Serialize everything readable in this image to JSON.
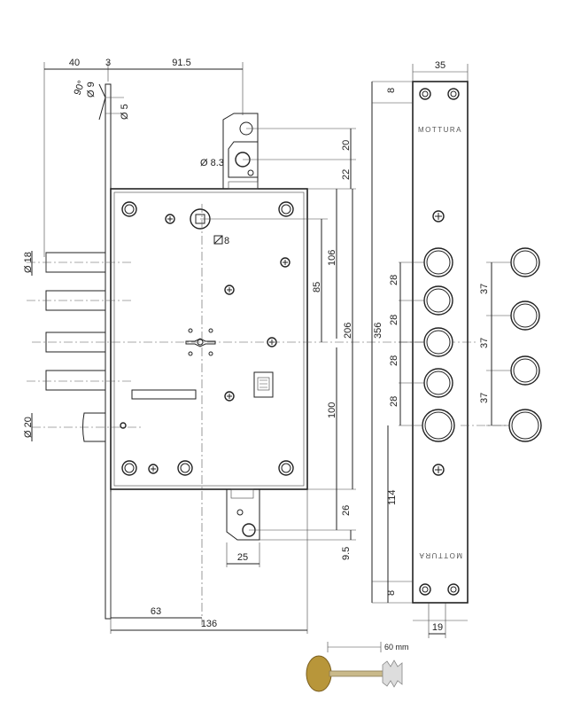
{
  "side_view": {
    "dim_40": "40",
    "dim_3": "3",
    "dim_91_5": "91.5",
    "angle_90": "90°",
    "dia_9": "Ø 9",
    "dia_5": "Ø 5",
    "dia_8_3": "Ø 8.3",
    "dia_18": "Ø 18",
    "dia_20": "Ø 20",
    "square_8": "8",
    "dim_20": "20",
    "dim_22": "22",
    "dim_106": "106",
    "dim_85": "85",
    "dim_206": "206",
    "dim_356": "356",
    "dim_100": "100",
    "dim_26": "26",
    "dim_9_5": "9.5",
    "dim_25": "25",
    "dim_63": "63",
    "dim_136": "136"
  },
  "front_plate": {
    "width": "35",
    "top_offset": "8",
    "bottom_offset": "8",
    "bolt_spacing": [
      "28",
      "28",
      "28",
      "28"
    ],
    "dim_114": "114",
    "dim_19": "19",
    "brand_top": "MOTTURA",
    "brand_bottom": "MOTTURA"
  },
  "bolt_detail": {
    "spacing": [
      "37",
      "37",
      "37"
    ]
  },
  "key": {
    "length_label": "60 mm",
    "bow_color": "#b8963a"
  }
}
